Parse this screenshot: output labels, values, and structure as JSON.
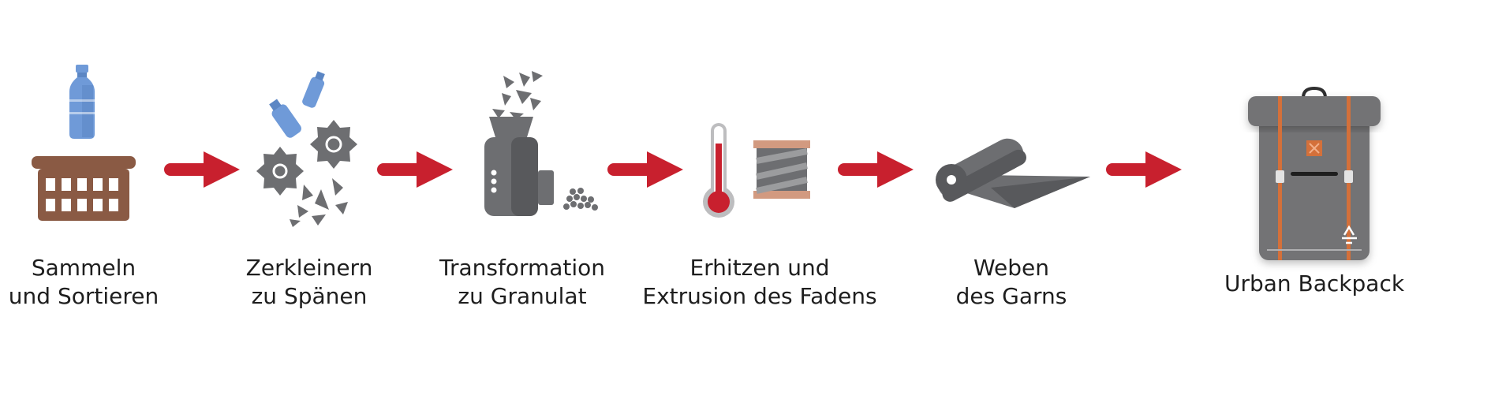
{
  "steps": [
    {
      "line1": "Sammeln",
      "line2": "und Sortieren"
    },
    {
      "line1": "Zerkleinern",
      "line2": "zu Spänen"
    },
    {
      "line1": "Transformation",
      "line2": "zu Granulat"
    },
    {
      "line1": "Erhitzen und",
      "line2": "Extrusion des Fadens"
    },
    {
      "line1": "Weben",
      "line2": "des Garns"
    }
  ],
  "result": {
    "label": "Urban Backpack"
  },
  "colors": {
    "arrow": "#c8202e",
    "bottle": "#6f9ad8",
    "basket": "#8a5a44",
    "machine": "#6d6e71",
    "backpack": "#737375",
    "strap": "#d4703a"
  }
}
